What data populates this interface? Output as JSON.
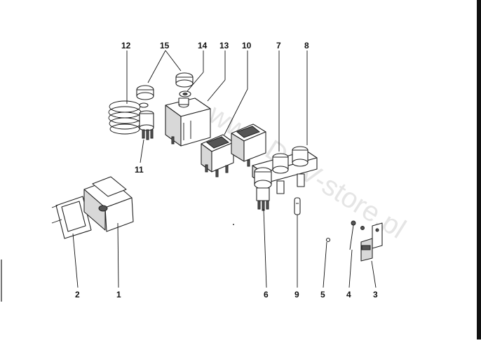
{
  "diagram": {
    "watermark": "www.DDV-store.pl",
    "callouts": [
      {
        "id": "c1",
        "label": "1"
      },
      {
        "id": "c2",
        "label": "2"
      },
      {
        "id": "c3",
        "label": "3"
      },
      {
        "id": "c4",
        "label": "4"
      },
      {
        "id": "c5",
        "label": "5"
      },
      {
        "id": "c6",
        "label": "6"
      },
      {
        "id": "c7",
        "label": "7"
      },
      {
        "id": "c8",
        "label": "8"
      },
      {
        "id": "c9",
        "label": "9"
      },
      {
        "id": "c10",
        "label": "10"
      },
      {
        "id": "c11",
        "label": "11"
      },
      {
        "id": "c12",
        "label": "12"
      },
      {
        "id": "c13",
        "label": "13"
      },
      {
        "id": "c14",
        "label": "14"
      },
      {
        "id": "c15",
        "label": "15"
      }
    ]
  }
}
